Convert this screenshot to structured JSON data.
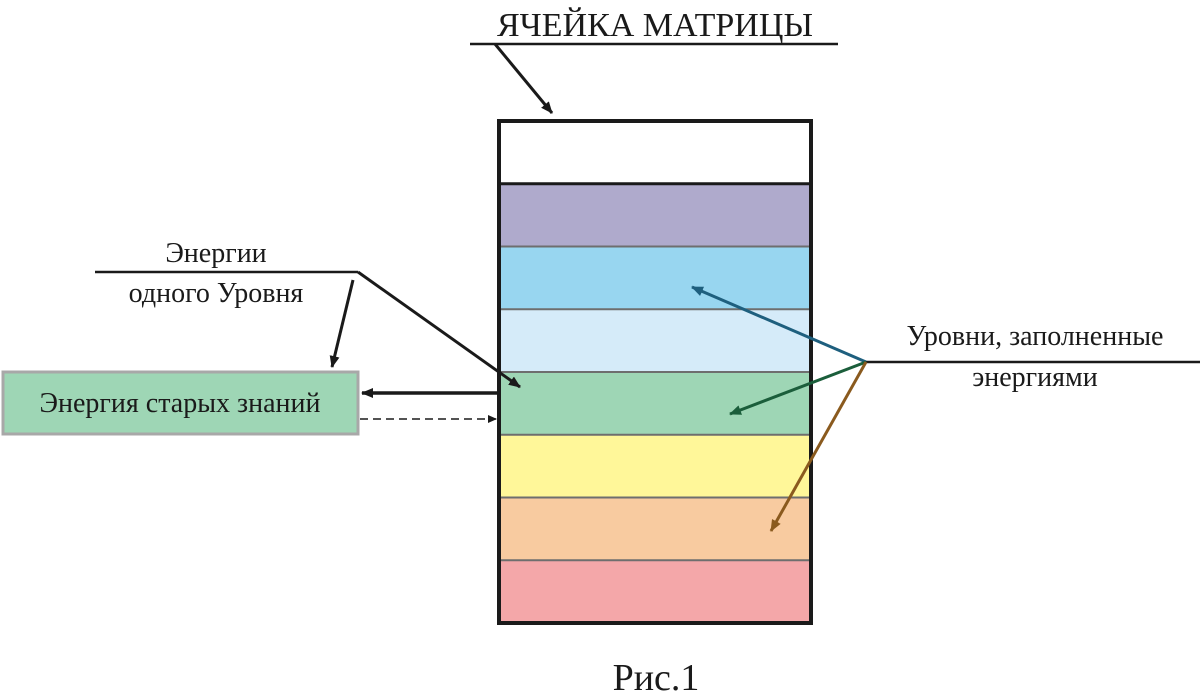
{
  "title": "ЯЧЕЙКА МАТРИЦЫ",
  "left_label": {
    "line1": "Энергии",
    "line2": "одного Уровня"
  },
  "old_knowledge_box": {
    "label": "Энергия старых знаний",
    "color": "#9ed6b5"
  },
  "right_label": {
    "line1": "Уровни, заполненные",
    "line2": "энергиями"
  },
  "caption": "Рис.1",
  "cell": {
    "bands": [
      {
        "name": "white",
        "color": "#ffffff"
      },
      {
        "name": "violet",
        "color": "#afaacc"
      },
      {
        "name": "blue",
        "color": "#98d6f0"
      },
      {
        "name": "light-blue",
        "color": "#d5ebf9"
      },
      {
        "name": "green",
        "color": "#9ed6b5"
      },
      {
        "name": "yellow",
        "color": "#fff799"
      },
      {
        "name": "orange",
        "color": "#f8cba0"
      },
      {
        "name": "red",
        "color": "#f4a7a9"
      }
    ]
  },
  "arrow_colors": {
    "black": "#1a1a1a",
    "blue": "#1e5f7e",
    "green": "#1b5e3b",
    "brown": "#8a5a1e"
  }
}
